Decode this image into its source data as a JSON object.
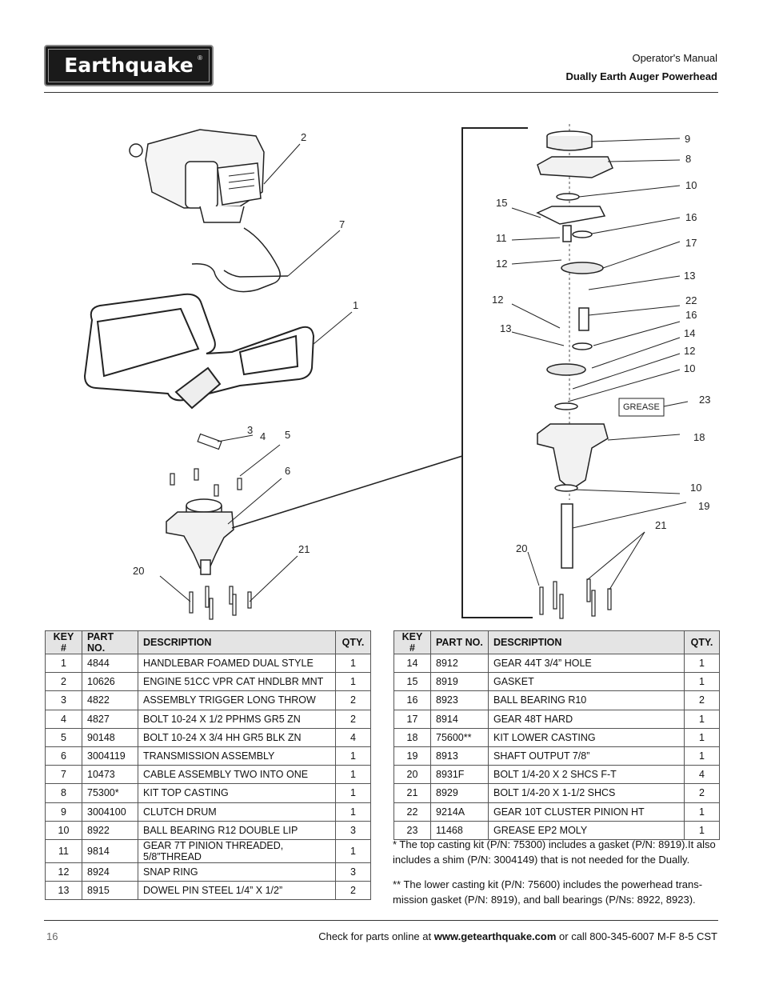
{
  "header": {
    "logo_text": "Earthquake",
    "manual": "Operator's Manual",
    "product": "Dually Earth Auger Powerhead"
  },
  "diagram": {
    "callouts_left": [
      "2",
      "7",
      "1",
      "3",
      "4",
      "5",
      "6",
      "20",
      "21"
    ],
    "callouts_right": [
      "9",
      "8",
      "10",
      "15",
      "16",
      "11",
      "17",
      "12",
      "13",
      "12",
      "22",
      "16",
      "13",
      "14",
      "12",
      "10",
      "23",
      "18",
      "10",
      "19",
      "21",
      "20"
    ],
    "grease_label": "GREASE"
  },
  "table_left": {
    "headers": [
      "KEY #",
      "PART NO.",
      "DESCRIPTION",
      "QTY."
    ],
    "rows": [
      [
        "1",
        "4844",
        "HANDLEBAR FOAMED DUAL STYLE",
        "1"
      ],
      [
        "2",
        "10626",
        "ENGINE 51CC VPR CAT HNDLBR MNT",
        "1"
      ],
      [
        "3",
        "4822",
        "ASSEMBLY TRIGGER LONG THROW",
        "2"
      ],
      [
        "4",
        "4827",
        "BOLT 10-24 X 1/2 PPHMS GR5 ZN",
        "2"
      ],
      [
        "5",
        "90148",
        "BOLT 10-24 X 3/4 HH GR5 BLK ZN",
        "4"
      ],
      [
        "6",
        "3004119",
        "TRANSMISSION ASSEMBLY",
        "1"
      ],
      [
        "7",
        "10473",
        "CABLE ASSEMBLY TWO INTO ONE",
        "1"
      ],
      [
        "8",
        "75300*",
        "KIT TOP CASTING",
        "1"
      ],
      [
        "9",
        "3004100",
        "CLUTCH DRUM",
        "1"
      ],
      [
        "10",
        "8922",
        "BALL BEARING R12 DOUBLE LIP",
        "3"
      ],
      [
        "11",
        "9814",
        "GEAR 7T PINION THREADED, 5/8”THREAD",
        "1"
      ],
      [
        "12",
        "8924",
        "SNAP RING",
        "3"
      ],
      [
        "13",
        "8915",
        "DOWEL PIN STEEL 1/4” X 1/2”",
        "2"
      ]
    ]
  },
  "table_right": {
    "headers": [
      "KEY #",
      "PART NO.",
      "DESCRIPTION",
      "QTY."
    ],
    "rows": [
      [
        "14",
        "8912",
        "GEAR 44T 3/4” HOLE",
        "1"
      ],
      [
        "15",
        "8919",
        "GASKET",
        "1"
      ],
      [
        "16",
        "8923",
        "BALL BEARING R10",
        "2"
      ],
      [
        "17",
        "8914",
        "GEAR 48T HARD",
        "1"
      ],
      [
        "18",
        "75600**",
        "KIT LOWER CASTING",
        "1"
      ],
      [
        "19",
        "8913",
        "SHAFT OUTPUT 7/8”",
        "1"
      ],
      [
        "20",
        "8931F",
        "BOLT 1/4-20 X 2 SHCS F-T",
        "4"
      ],
      [
        "21",
        "8929",
        "BOLT 1/4-20 X 1-1/2 SHCS",
        "2"
      ],
      [
        "22",
        "9214A",
        "GEAR 10T CLUSTER PINION HT",
        "1"
      ],
      [
        "23",
        "11468",
        "GREASE EP2 MOLY",
        "1"
      ]
    ]
  },
  "notes": {
    "note1": "* The top casting kit (P/N: 75300) includes a gasket (P/N: 8919).It also includes a shim (P/N: 3004149) that is not needed for the Dually.",
    "note2": "** The lower casting kit (P/N: 75600) includes the powerhead trans-mission gasket (P/N: 8919), and ball bearings (P/Ns: 8922, 8923)."
  },
  "footer": {
    "page_number": "16",
    "text_before": "Check for parts online at ",
    "url": "www.getearthquake.com",
    "text_after": " or call 800-345-6007 M-F 8-5 CST"
  }
}
